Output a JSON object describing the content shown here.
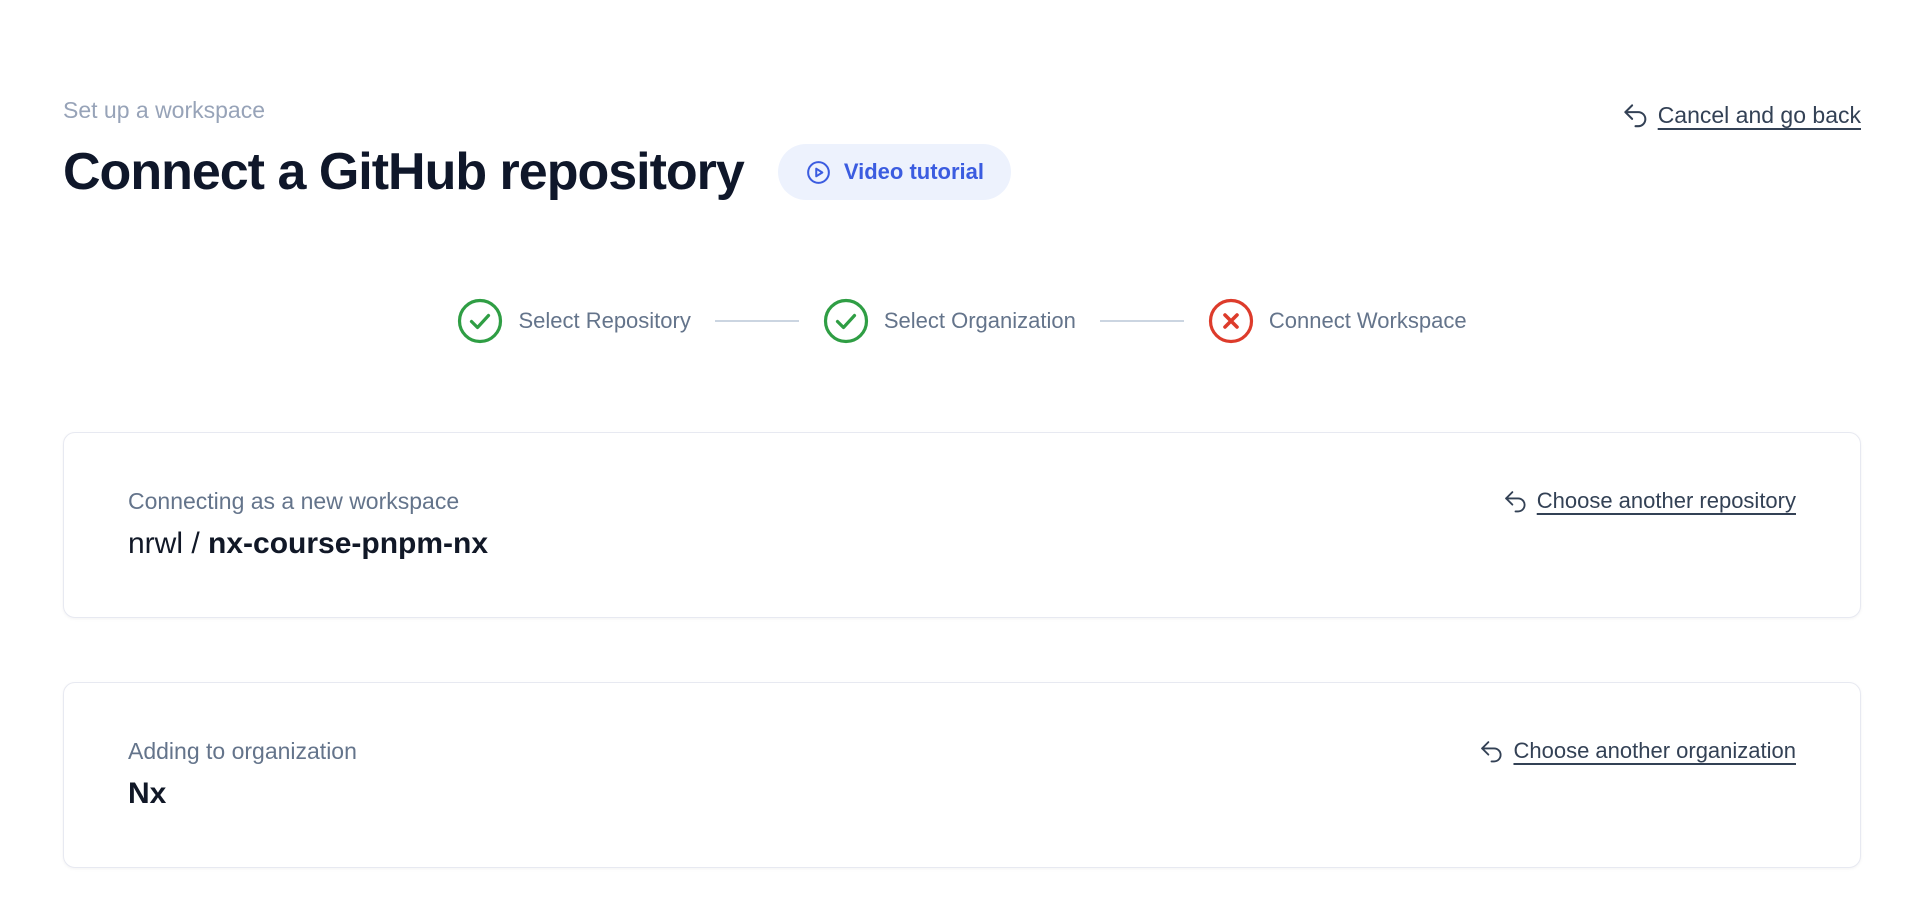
{
  "header": {
    "eyebrow": "Set up a workspace",
    "title": "Connect a GitHub repository",
    "video_tutorial_label": "Video tutorial",
    "cancel_link_label": "Cancel and go back"
  },
  "stepper": {
    "steps": [
      {
        "label": "Select Repository",
        "status": "complete"
      },
      {
        "label": "Select Organization",
        "status": "complete"
      },
      {
        "label": "Connect Workspace",
        "status": "error"
      }
    ]
  },
  "repository_card": {
    "label": "Connecting as a new workspace",
    "owner": "nrwl / ",
    "repo": "nx-course-pnpm-nx",
    "action_label": "Choose another repository"
  },
  "organization_card": {
    "label": "Adding to organization",
    "value": "Nx",
    "action_label": "Choose another organization"
  },
  "colors": {
    "accent_blue": "#3b5ce0",
    "pill_background": "#edf2fd",
    "success_green": "#2f9e44",
    "error_red": "#dd3b2b",
    "muted_gray": "#64748b",
    "link_slate": "#334155",
    "card_border": "#e7e9f1"
  }
}
